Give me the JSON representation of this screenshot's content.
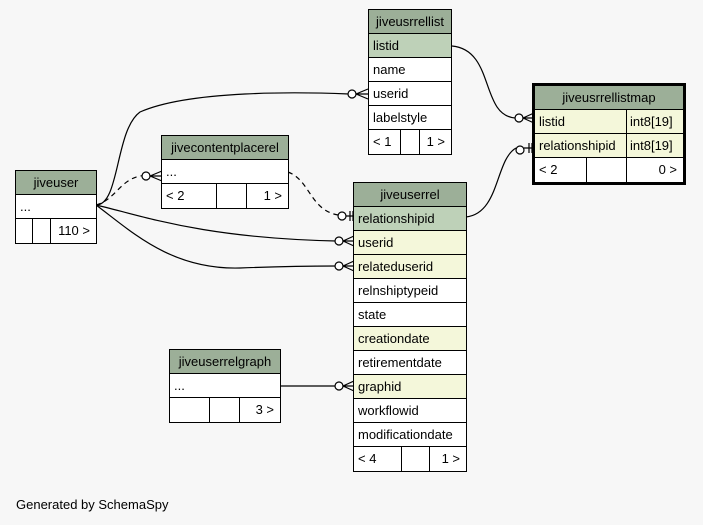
{
  "tables": {
    "jiveusrrellist": {
      "name": "jiveusrrellist",
      "columns": [
        "listid",
        "name",
        "userid",
        "labelstyle"
      ],
      "footer": [
        "< 1",
        "",
        "1 >"
      ]
    },
    "jiveusrrellistmap": {
      "name": "jiveusrrellistmap",
      "columns": [
        {
          "name": "listid",
          "type": "int8[19]"
        },
        {
          "name": "relationshipid",
          "type": "int8[19]"
        }
      ],
      "footer": [
        "< 2",
        "",
        "0 >"
      ]
    },
    "jivecontentplacerel": {
      "name": "jivecontentplacerel",
      "columns": [
        "..."
      ],
      "footer": [
        "< 2",
        "",
        "1 >"
      ]
    },
    "jiveuser": {
      "name": "jiveuser",
      "columns": [
        "..."
      ],
      "footer": [
        "",
        "",
        "110 >"
      ]
    },
    "jiveuserrel": {
      "name": "jiveuserrel",
      "columns": [
        "relationshipid",
        "userid",
        "relateduserid",
        "relnshiptypeid",
        "state",
        "creationdate",
        "retirementdate",
        "graphid",
        "workflowid",
        "modificationdate"
      ],
      "footer": [
        "< 4",
        "",
        "1 >"
      ]
    },
    "jiveuserrelgraph": {
      "name": "jiveuserrelgraph",
      "columns": [
        "..."
      ],
      "footer": [
        "",
        "",
        "3 >"
      ]
    }
  },
  "footer_note": "Generated by SchemaSpy"
}
